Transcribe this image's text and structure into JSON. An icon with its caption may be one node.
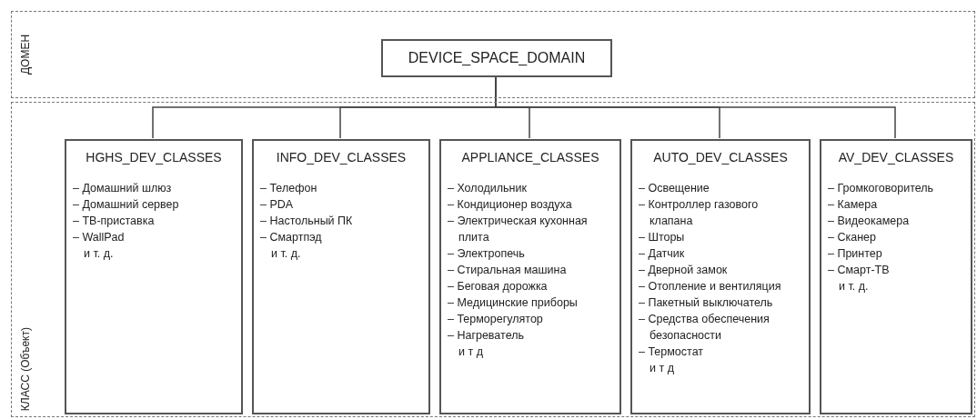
{
  "diagram": {
    "nodes": [
      {
        "text": [
          "ДОМЕН"
        ]
      },
      {
        "text": [
          "DEVICE_SPACE_DOMAIN"
        ],
        "in": 0
      },
      {
        "text": [
          "КЛАСС (Объект)"
        ]
      },
      {
        "text": [
          "HGHS_DEV_CLASSES",
          "– Домашний шлюз",
          "– Домашний сервер",
          "– ТВ-приставка",
          "– WallPad",
          "и т. д."
        ],
        "in": 2
      },
      {
        "text": [
          "INFO_DEV_CLASSES",
          "– Телефон",
          "– PDA",
          "– Настольный ПК",
          "– Смартпэд",
          "и т. д."
        ],
        "in": 2
      },
      {
        "text": [
          "APPLIANCE_CLASSES",
          "– Холодильник",
          "– Кондиционер воздуха",
          "– Электрическая кухонная плита",
          "– Электропечь",
          "– Стиральная машина",
          "– Беговая дорожка",
          "– Медицинские приборы",
          "– Терморегулятор",
          "– Нагреватель",
          "и т д"
        ],
        "in": 2
      },
      {
        "text": [
          "AUTO_DEV_CLASSES",
          "– Освещение",
          "– Контроллер газового клапана",
          "– Шторы",
          "– Датчик",
          "– Дверной замок",
          "– Отопление и вентиляция",
          "– Пакетный выключатель",
          "– Средства обеспечения безопасности",
          "– Термостат",
          "и т д"
        ],
        "in": 2
      },
      {
        "text": [
          "AV_DEV_CLASSES",
          "– Громкоговоритель",
          "– Камера",
          "– Видеокамера",
          "– Сканер",
          "– Принтер",
          "– Смарт-ТВ",
          "и т. д."
        ],
        "in": 2
      }
    ],
    "edges": [
      {
        "from": 1,
        "to": 3,
        "arrow": "none"
      },
      {
        "from": 1,
        "to": 4,
        "arrow": "none"
      },
      {
        "from": 1,
        "to": 5,
        "arrow": "none"
      },
      {
        "from": 1,
        "to": 6,
        "arrow": "none"
      },
      {
        "from": 1,
        "to": 7,
        "arrow": "none"
      }
    ]
  }
}
